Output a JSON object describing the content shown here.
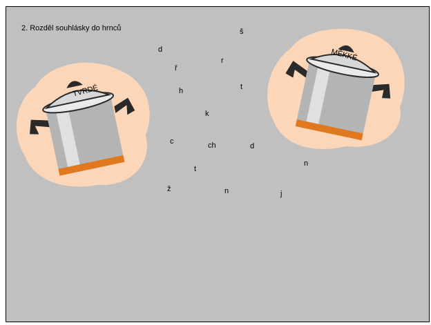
{
  "slide": {
    "task_text": "2. Rozděl souhlásky do hrnců",
    "colors": {
      "background": "#c0c0c0",
      "blob": "#fcd6b8",
      "pot_body": "#b4b4b4",
      "pot_rim": "#eaeaea",
      "pot_band": "#e07820",
      "handle": "#2a2a2a"
    }
  },
  "pots": [
    {
      "label": "TVRDÉ"
    },
    {
      "label": "MĚKKÉ"
    }
  ],
  "letters": [
    "š",
    "d",
    "r",
    "ř",
    "t",
    "h",
    "k",
    "c",
    "ch",
    "d",
    "t",
    "n",
    "ž",
    "n",
    "j"
  ]
}
